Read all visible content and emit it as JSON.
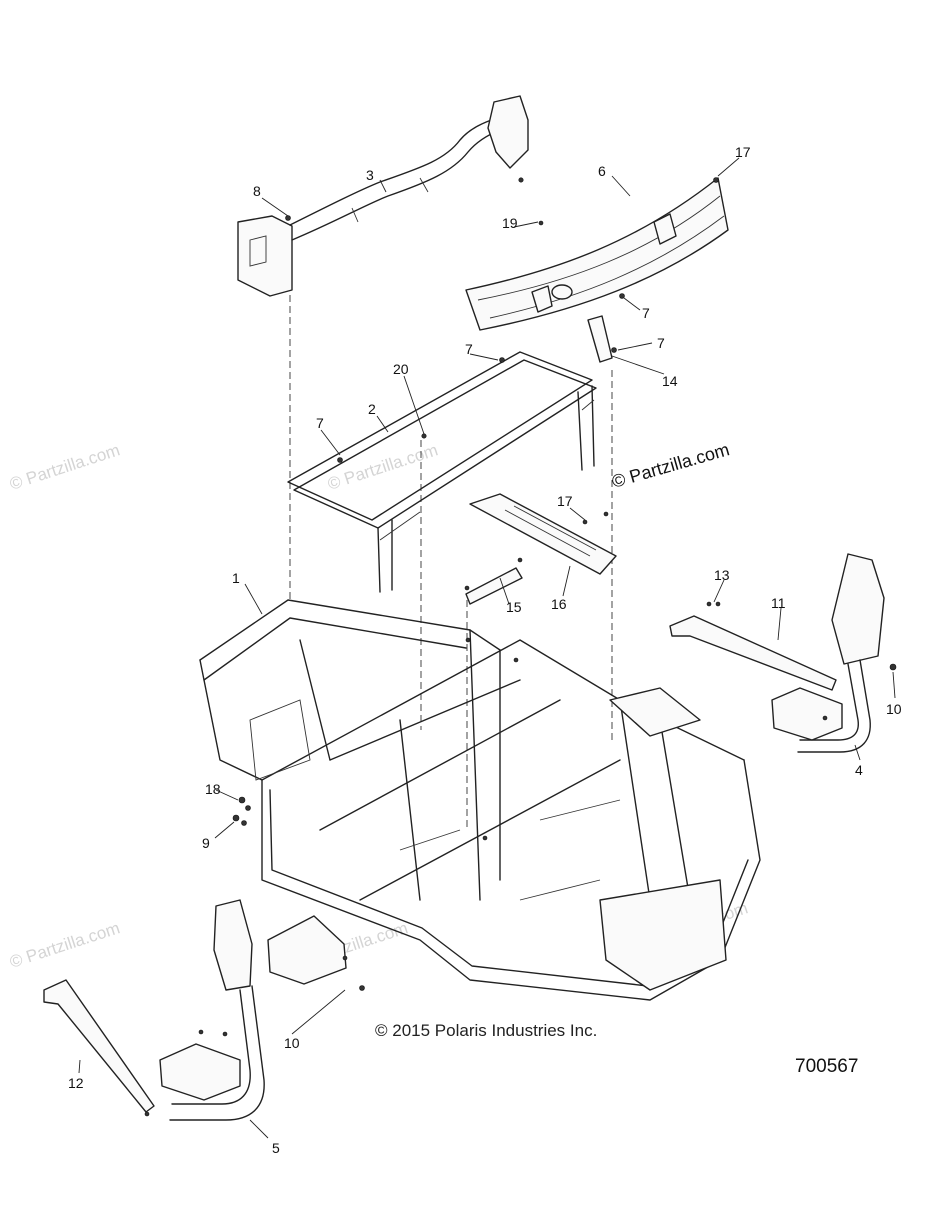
{
  "callouts": [
    {
      "num": "1"
    },
    {
      "num": "2"
    },
    {
      "num": "3"
    },
    {
      "num": "4"
    },
    {
      "num": "5"
    },
    {
      "num": "6"
    },
    {
      "num": "7"
    },
    {
      "num": "7"
    },
    {
      "num": "7"
    },
    {
      "num": "7"
    },
    {
      "num": "8"
    },
    {
      "num": "9"
    },
    {
      "num": "10"
    },
    {
      "num": "10"
    },
    {
      "num": "11"
    },
    {
      "num": "12"
    },
    {
      "num": "13"
    },
    {
      "num": "14"
    },
    {
      "num": "15"
    },
    {
      "num": "16"
    },
    {
      "num": "17"
    },
    {
      "num": "17"
    },
    {
      "num": "18"
    },
    {
      "num": "19"
    },
    {
      "num": "20"
    }
  ],
  "copyright": "© 2015 Polaris Industries Inc.",
  "partzilla": "© Partzilla.com",
  "watermark": "© Partzilla.com",
  "diagram_ref": "700567"
}
